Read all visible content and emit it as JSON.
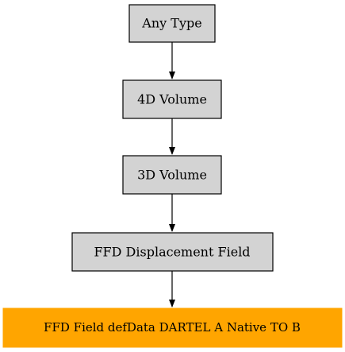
{
  "nodes": [
    {
      "id": "any-type",
      "label": "Any Type"
    },
    {
      "id": "4d-volume",
      "label": "4D Volume"
    },
    {
      "id": "3d-volume",
      "label": "3D Volume"
    },
    {
      "id": "ffd-displacement-field",
      "label": "FFD Displacement Field"
    },
    {
      "id": "ffd-field-defdata",
      "label": "FFD Field defData DARTEL A Native TO B"
    }
  ],
  "edges": [
    {
      "from": "any-type",
      "to": "4d-volume"
    },
    {
      "from": "4d-volume",
      "to": "3d-volume"
    },
    {
      "from": "3d-volume",
      "to": "ffd-displacement-field"
    },
    {
      "from": "ffd-displacement-field",
      "to": "ffd-field-defdata"
    }
  ],
  "colors": {
    "node_fill": "#d3d3d3",
    "node_stroke": "#000000",
    "highlight_fill": "#ffa500",
    "edge": "#000000"
  }
}
